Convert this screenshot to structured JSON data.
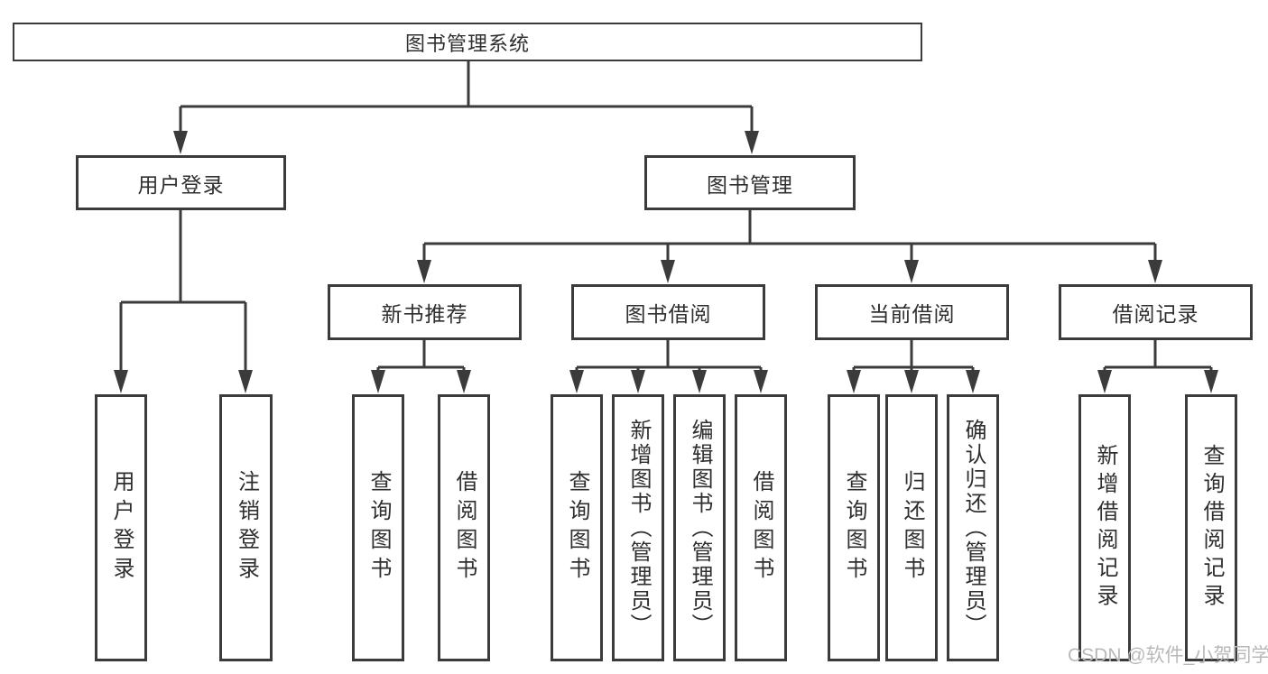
{
  "title": "图书管理系统",
  "hierarchy": {
    "label": "图书管理系统",
    "children": [
      {
        "label": "用户登录",
        "children": [
          {
            "label": "用户登录"
          },
          {
            "label": "注销登录"
          }
        ]
      },
      {
        "label": "图书管理",
        "children": [
          {
            "label": "新书推荐",
            "children": [
              {
                "label": "查询图书"
              },
              {
                "label": "借阅图书"
              }
            ]
          },
          {
            "label": "图书借阅",
            "children": [
              {
                "label": "查询图书"
              },
              {
                "label": "新增图书（管理员）"
              },
              {
                "label": "编辑图书（管理员）"
              },
              {
                "label": "借阅图书"
              }
            ]
          },
          {
            "label": "当前借阅",
            "children": [
              {
                "label": "查询图书"
              },
              {
                "label": "归还图书"
              },
              {
                "label": "确认归还（管理员）"
              }
            ]
          },
          {
            "label": "借阅记录",
            "children": [
              {
                "label": "新增借阅记录"
              },
              {
                "label": "查询借阅记录"
              }
            ]
          }
        ]
      }
    ]
  },
  "watermark": {
    "text": "CSDN @软件_小贺同学"
  },
  "colors": {
    "line": "#3b3b3b",
    "text": "#2f2f2f",
    "box-bg": "#ffffff",
    "watermark": "#b9b9b9",
    "page-bg": "#ffffff"
  }
}
